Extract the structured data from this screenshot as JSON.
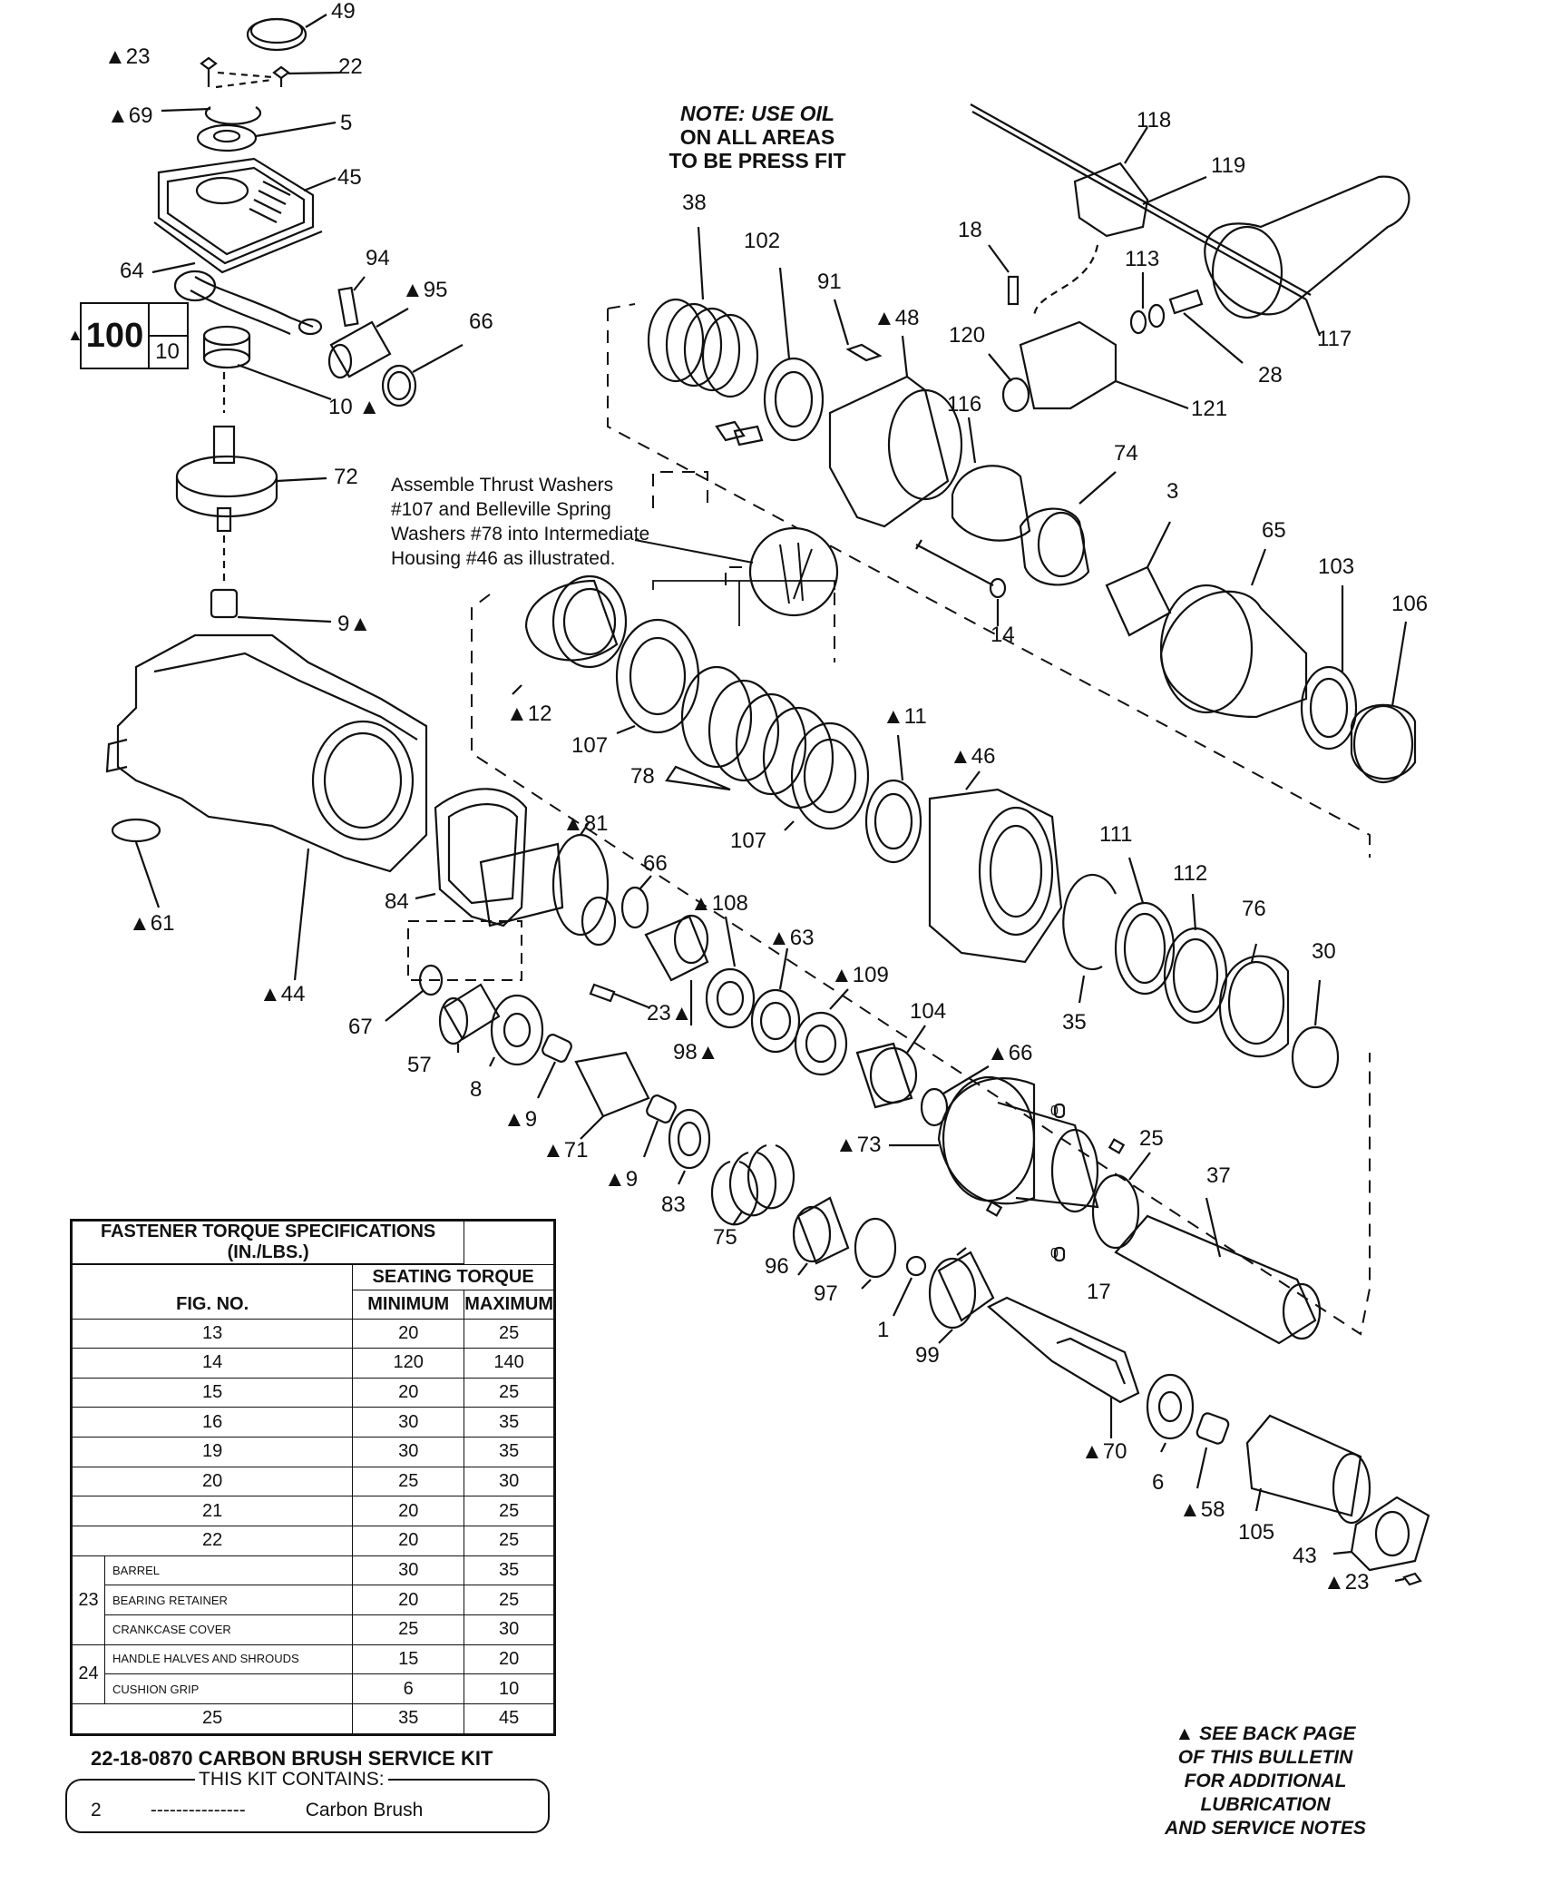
{
  "note": {
    "lines": [
      "NOTE: USE OIL",
      "ON ALL AREAS",
      "TO BE PRESS FIT"
    ]
  },
  "assemble_note": {
    "lines": [
      "Assemble Thrust Washers",
      "#107 and Belleville Spring",
      "Washers #78 into Intermediate",
      "Housing #46 as illustrated."
    ]
  },
  "box100": {
    "main": "100",
    "sub": "10"
  },
  "part_labels": [
    {
      "text": "49"
    },
    {
      "text": "▲23"
    },
    {
      "text": "22"
    },
    {
      "text": "▲69"
    },
    {
      "text": "5"
    },
    {
      "text": "45"
    },
    {
      "text": "64"
    },
    {
      "text": "94"
    },
    {
      "text": "▲95"
    },
    {
      "text": "66"
    },
    {
      "text": "10 ▲"
    },
    {
      "text": "72"
    },
    {
      "text": "9▲"
    },
    {
      "text": "▲61"
    },
    {
      "text": "▲44"
    },
    {
      "text": "84"
    },
    {
      "text": "67"
    },
    {
      "text": "57"
    },
    {
      "text": "8"
    },
    {
      "text": "▲9"
    },
    {
      "text": "▲71"
    },
    {
      "text": "▲9"
    },
    {
      "text": "83"
    },
    {
      "text": "75"
    },
    {
      "text": "96"
    },
    {
      "text": "97"
    },
    {
      "text": "1"
    },
    {
      "text": "99"
    },
    {
      "text": "▲70"
    },
    {
      "text": "6"
    },
    {
      "text": "▲58"
    },
    {
      "text": "105"
    },
    {
      "text": "43"
    },
    {
      "text": "▲23"
    },
    {
      "text": "17"
    },
    {
      "text": "37"
    },
    {
      "text": "25"
    },
    {
      "text": "▲73"
    },
    {
      "text": "▲66"
    },
    {
      "text": "104"
    },
    {
      "text": "▲109"
    },
    {
      "text": "▲63"
    },
    {
      "text": "▲108"
    },
    {
      "text": "98▲"
    },
    {
      "text": "23▲"
    },
    {
      "text": "66"
    },
    {
      "text": "▲81"
    },
    {
      "text": "107"
    },
    {
      "text": "78"
    },
    {
      "text": "107"
    },
    {
      "text": "▲11"
    },
    {
      "text": "▲12"
    },
    {
      "text": "▲46"
    },
    {
      "text": "111"
    },
    {
      "text": "112"
    },
    {
      "text": "76"
    },
    {
      "text": "30"
    },
    {
      "text": "35"
    },
    {
      "text": "38"
    },
    {
      "text": "102"
    },
    {
      "text": "91"
    },
    {
      "text": "▲48"
    },
    {
      "text": "18"
    },
    {
      "text": "120"
    },
    {
      "text": "116"
    },
    {
      "text": "113"
    },
    {
      "text": "118"
    },
    {
      "text": "119"
    },
    {
      "text": "117"
    },
    {
      "text": "28"
    },
    {
      "text": "121"
    },
    {
      "text": "74"
    },
    {
      "text": "3"
    },
    {
      "text": "65"
    },
    {
      "text": "103"
    },
    {
      "text": "106"
    },
    {
      "text": "14"
    },
    {
      "text": "0"
    },
    {
      "text": "0"
    }
  ],
  "torque_table": {
    "title": "FASTENER TORQUE SPECIFICATIONS (IN./LBS.)",
    "seating": "SEATING TORQUE",
    "col_fig": "FIG. NO.",
    "col_min": "MINIMUM",
    "col_max": "MAXIMUM",
    "rows": [
      {
        "fig": "13",
        "min": "20",
        "max": "25"
      },
      {
        "fig": "14",
        "min": "120",
        "max": "140"
      },
      {
        "fig": "15",
        "min": "20",
        "max": "25"
      },
      {
        "fig": "16",
        "min": "30",
        "max": "35"
      },
      {
        "fig": "19",
        "min": "30",
        "max": "35"
      },
      {
        "fig": "20",
        "min": "25",
        "max": "30"
      },
      {
        "fig": "21",
        "min": "20",
        "max": "25"
      },
      {
        "fig": "22",
        "min": "20",
        "max": "25"
      }
    ],
    "group23": {
      "fig": "23",
      "rows": [
        {
          "sub": "BARREL",
          "min": "30",
          "max": "35"
        },
        {
          "sub": "BEARING RETAINER",
          "min": "20",
          "max": "25"
        },
        {
          "sub": "CRANKCASE COVER",
          "min": "25",
          "max": "30"
        }
      ]
    },
    "group24": {
      "fig": "24",
      "rows": [
        {
          "sub": "HANDLE HALVES AND SHROUDS",
          "min": "15",
          "max": "20"
        },
        {
          "sub": "CUSHION GRIP",
          "min": "6",
          "max": "10"
        }
      ]
    },
    "last_row": {
      "fig": "25",
      "min": "35",
      "max": "45"
    }
  },
  "kit": {
    "title": "22-18-0870 CARBON BRUSH SERVICE KIT",
    "contains": "THIS KIT CONTAINS:",
    "qty": "2",
    "dashes": "---------------",
    "item": "Carbon Brush"
  },
  "back_note": {
    "lines": [
      "▲ SEE BACK PAGE",
      "OF THIS BULLETIN",
      "FOR ADDITIONAL",
      "LUBRICATION",
      "AND SERVICE NOTES"
    ]
  }
}
